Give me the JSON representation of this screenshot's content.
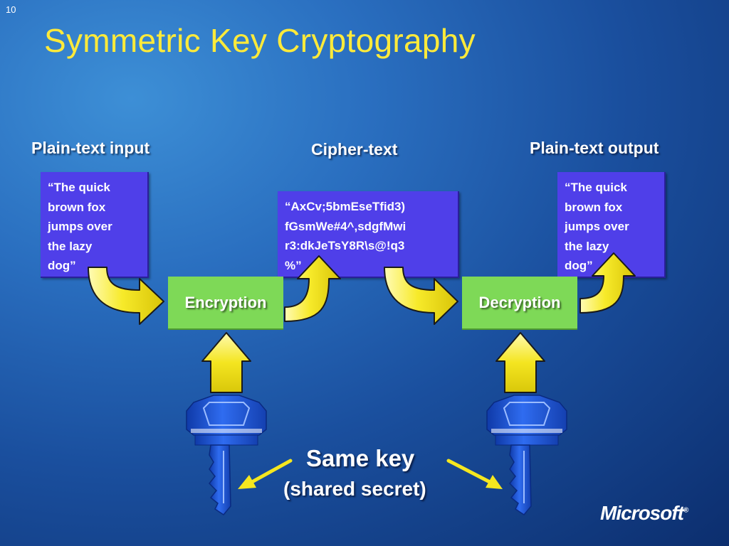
{
  "slide": {
    "number": "10",
    "title": "Symmetric Key Cryptography"
  },
  "labels": {
    "plain_input": "Plain-text input",
    "cipher": "Cipher-text",
    "plain_output": "Plain-text output"
  },
  "boxes": {
    "input_text": "“The quick\nbrown fox\njumps over\nthe lazy\ndog”",
    "cipher_text": "“AxCv;5bmEseTfid3)\nfGsmWe#4^,sdgfMwi\nr3:dkJeTsY8R\\s@!q3\n%”",
    "output_text": "“The quick\nbrown fox\njumps over\nthe lazy\ndog”"
  },
  "processes": {
    "encrypt": "Encryption",
    "decrypt": "Decryption"
  },
  "key_note": {
    "line1": "Same key",
    "line2": "(shared secret)"
  },
  "branding": {
    "logo": "Microsoft",
    "logo_mark": "®"
  },
  "colors": {
    "title": "#ffea3a",
    "text_box": "#4f3fe9",
    "process_box": "#7ed957",
    "arrow": "#f5e71f",
    "key": "#1e56d8"
  },
  "icons": [
    "curved-arrow-icon",
    "up-arrow-icon",
    "key-icon",
    "pointer-arrow-icon"
  ]
}
